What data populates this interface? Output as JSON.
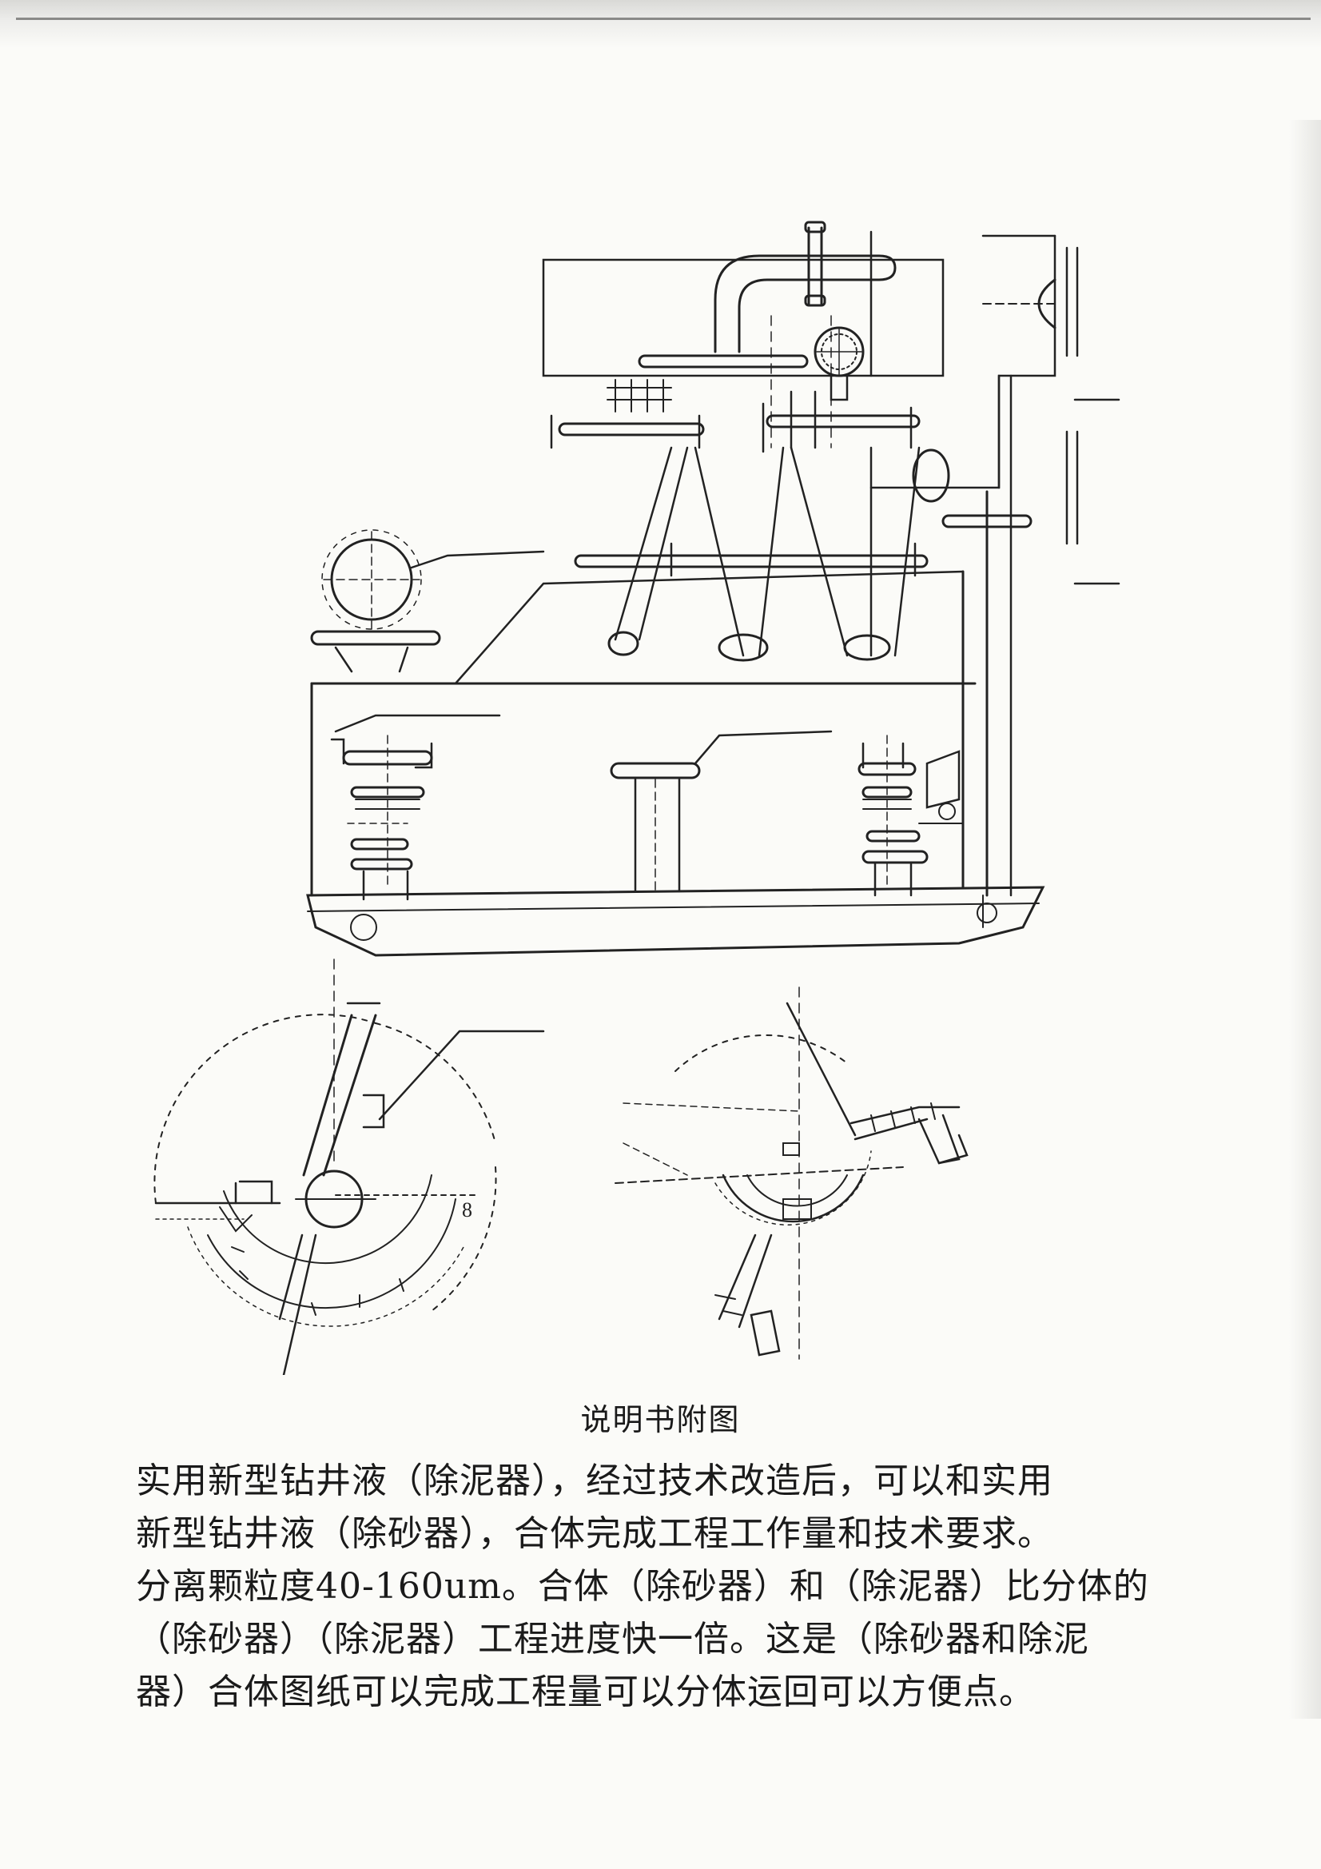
{
  "caption": "说明书附图",
  "description_lines": [
    "实用新型钻井液（除泥器），经过技术改造后，可以和实用",
    "新型钻井液（除砂器），合体完成工程工作量和技术要求。",
    "分离颗粒度40-160um。合体（除砂器）和（除泥器）比分体的",
    "（除砂器）（除泥器）工程进度快一倍。这是（除砂器和除泥",
    "器）合体图纸可以完成工程量可以分体运回可以方便点。"
  ],
  "drawing_labels": {
    "detail_left_mark": "8"
  }
}
